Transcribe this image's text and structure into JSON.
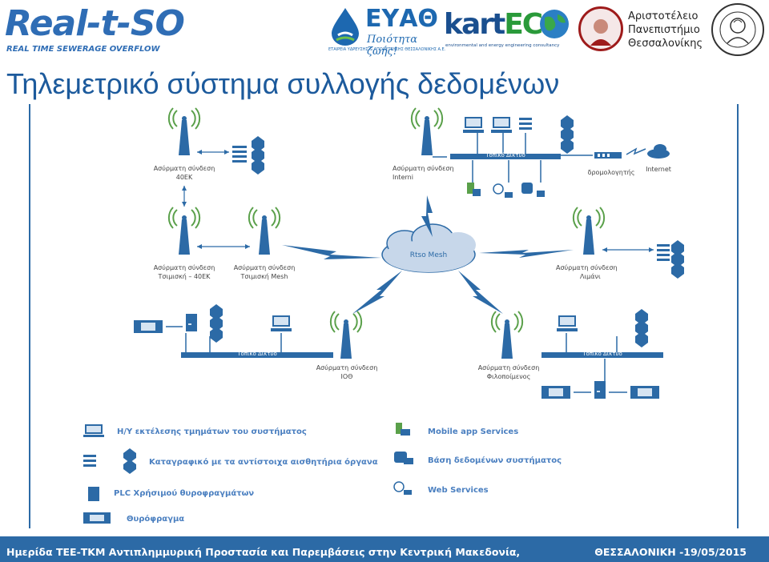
{
  "header": {
    "logos": {
      "realtsu": {
        "brand": "Real-t-SO",
        "subtitle": "REAL TIME SEWERAGE OVERFLOW"
      },
      "eyath": {
        "name": "ΕΥΑΘ",
        "slogan": "Ποιότητα ζωής!",
        "fullname": "ΕΤΑΙΡΕΙΑ ΥΔΡΕΥΣΗΣ & ΑΠΟΧΕΤΕΥΣΗΣ ΘΕΣΣΑΛΟΝΙΚΗΣ Α.Ε."
      },
      "kartec": {
        "name_a": "kart",
        "name_b": "EC",
        "tagline": "environmental and energy engineering consultancy"
      },
      "auth": {
        "line1": "Αριστοτέλειο",
        "line2": "Πανεπιστήμιο",
        "line3": "Θεσσαλονίκης"
      }
    }
  },
  "title": "Τηλεμετρικό σύστημα συλλογής δεδομένων",
  "diagram": {
    "nodes": {
      "s40ek": {
        "label1": "Ασύρματη σύνδεση",
        "label2": "40ΕΚ"
      },
      "tsim40": {
        "label1": "Ασύρματη σύνδεση",
        "label2": "Τσιμισκή – 40ΕΚ"
      },
      "tsimMesh": {
        "label1": "Ασύρματη σύνδεση",
        "label2": "Τσιμισκή Mesh"
      },
      "interni": {
        "label1": "Ασύρματη σύνδεση",
        "label2": "Interni"
      },
      "limani": {
        "label1": "Ασύρματη σύνδεση",
        "label2": "Λιμάνι"
      },
      "ioth": {
        "label1": "Ασύρματη σύνδεση",
        "label2": "ΙΟΘ"
      },
      "filopoimenos": {
        "label1": "Ασύρματη σύνδεση",
        "label2": "Φιλοποίμενος"
      },
      "cloud": "Rtso Mesh",
      "router": "δρομολογητής",
      "internet": "Internet"
    },
    "local_network_label": "Τοπικό Δίκτυο"
  },
  "legend": {
    "pc": "Η/Υ εκτέλεσης τμημάτων του συστήματος",
    "logger": "Καταγραφικό με τα αντίστοιχα αισθητήρια όργανα",
    "plc": "PLC Χρήσιμού θυροφραγμάτων",
    "gate": "Θυρόφραγμα",
    "mobile": "Mobile app Services",
    "db": "Βάση δεδομένων συστήματος",
    "web": "Web Services"
  },
  "footer": {
    "left": "Ημερίδα ΤΕΕ-ΤΚΜ Αντιπλημμυρική Προστασία και Παρεμβάσεις στην Κεντρική Μακεδονία,",
    "right": "ΘΕΣΣΑΛΟΝΙΚΗ -19/05/2015"
  },
  "colors": {
    "accent": "#2c6aa6",
    "title": "#1c5a9c",
    "legend": "#4a7fc0",
    "antenna": "#2c6aa6",
    "wave": "#5aa04a"
  }
}
